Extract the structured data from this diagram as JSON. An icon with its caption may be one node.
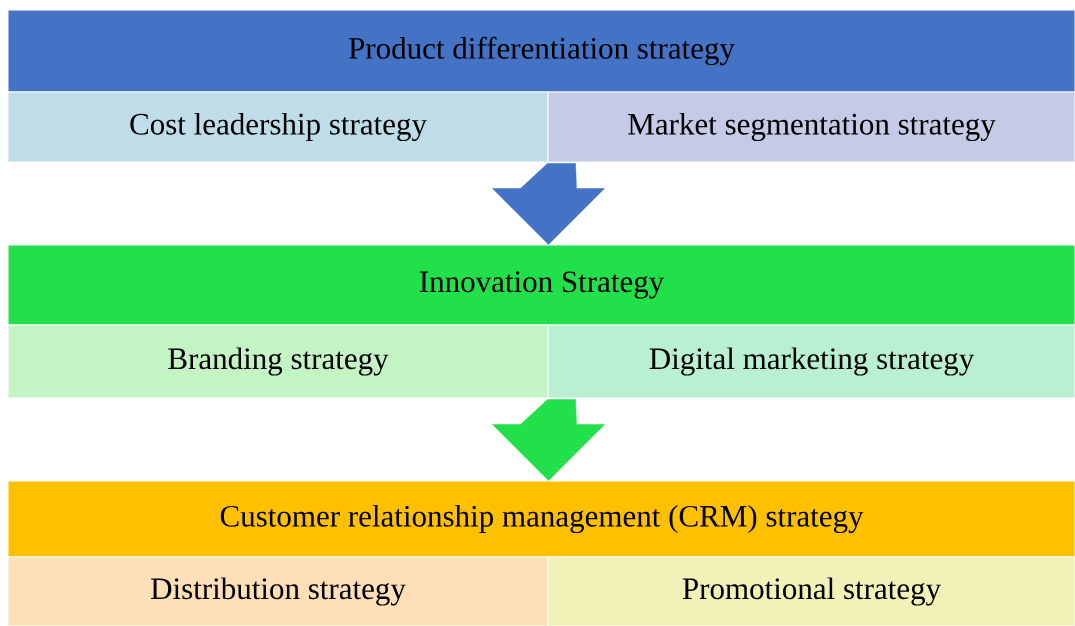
{
  "diagram": {
    "nodes": [
      {
        "text": [
          "Product differentiation strategy"
        ]
      },
      {
        "text": [
          "Cost leadership strategy"
        ]
      },
      {
        "text": [
          "Market segmentation strategy"
        ]
      },
      {
        "text": [
          "Innovation Strategy"
        ]
      },
      {
        "text": [
          "Branding strategy"
        ]
      },
      {
        "text": [
          "Digital marketing strategy"
        ]
      },
      {
        "text": [
          "Customer relationship management (CRM) strategy"
        ]
      },
      {
        "text": [
          "Distribution strategy"
        ]
      },
      {
        "text": [
          "Promotional strategy"
        ]
      }
    ],
    "edges": [
      {
        "from": 1,
        "to": 3,
        "arrow": "to",
        "color": "#4472c4"
      },
      {
        "from": 4,
        "to": 6,
        "arrow": "to",
        "color": "#22e04a"
      }
    ]
  }
}
